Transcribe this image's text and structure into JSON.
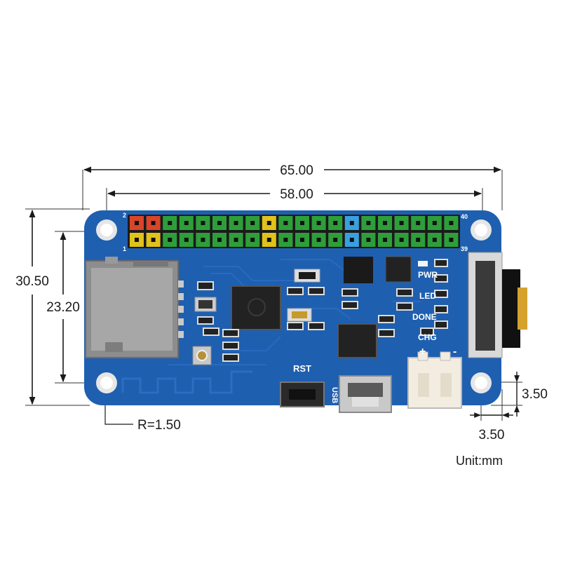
{
  "dimensions": {
    "overall_width": "65.00",
    "hole_spacing_width": "58.00",
    "overall_height": "30.50",
    "hole_spacing_height": "23.20",
    "corner_radius": "R=1.50",
    "hole_offset_y": "3.50",
    "hole_offset_x": "3.50",
    "unit": "Unit:mm"
  },
  "board": {
    "color": "#1f5fb0",
    "pin_numbers": {
      "top_left": "2",
      "bottom_left": "1",
      "top_right": "40",
      "bottom_right": "39"
    },
    "header_pin_colors": [
      "#d9442b",
      "#d9442b",
      "#2e9e3a",
      "#2e9e3a",
      "#2e9e3a",
      "#2e9e3a",
      "#2e9e3a",
      "#2e9e3a",
      "#e0c21a",
      "#2e9e3a",
      "#2e9e3a",
      "#2e9e3a",
      "#2e9e3a",
      "#39a0e0",
      "#2e9e3a",
      "#2e9e3a",
      "#2e9e3a",
      "#2e9e3a",
      "#2e9e3a",
      "#2e9e3a"
    ],
    "header_pin_colors_bottom": [
      "#e0c21a",
      "#e0c21a",
      "#2e9e3a",
      "#2e9e3a",
      "#2e9e3a",
      "#2e9e3a",
      "#2e9e3a",
      "#2e9e3a",
      "#e0c21a",
      "#2e9e3a",
      "#2e9e3a",
      "#2e9e3a",
      "#2e9e3a",
      "#39a0e0",
      "#2e9e3a",
      "#2e9e3a",
      "#2e9e3a",
      "#2e9e3a",
      "#2e9e3a",
      "#2e9e3a"
    ],
    "labels": {
      "pwr": "PWR",
      "led": "LED",
      "done": "DONE",
      "chg": "CHG",
      "rst": "RST",
      "usb": "USB",
      "plus": "+",
      "minus": "-"
    }
  }
}
